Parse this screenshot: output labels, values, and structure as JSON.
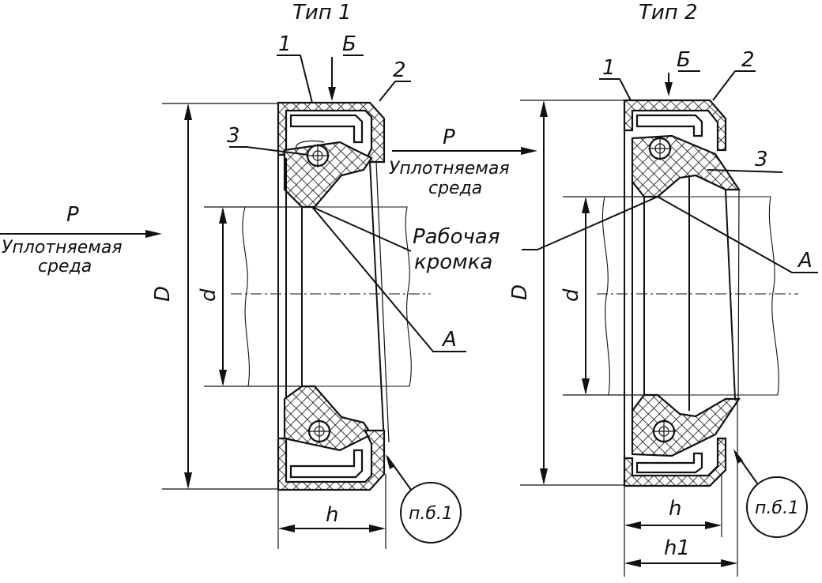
{
  "type1": {
    "title": "Тип 1",
    "labels": {
      "part1": "1",
      "partB": "Б",
      "part2": "2",
      "part3": "3",
      "pointA": "A",
      "dimD": "D",
      "dimd": "d",
      "dimh": "h",
      "note": "п.б.1"
    },
    "pressure": {
      "letter": "P",
      "line1": "Уплотняемая",
      "line2": "среда"
    }
  },
  "type2": {
    "title": "Тип 2",
    "labels": {
      "part1": "1",
      "partB": "Б",
      "part2": "2",
      "part3": "3",
      "pointA": "A",
      "dimD": "D",
      "dimd": "d",
      "dimh": "h",
      "dimh1": "h1",
      "note": "п.б.1"
    },
    "pressure": {
      "letter": "P",
      "line1": "Уплотняемая",
      "line2": "среда"
    }
  },
  "common": {
    "working_edge_line1": "Рабочая",
    "working_edge_line2": "кромка"
  }
}
